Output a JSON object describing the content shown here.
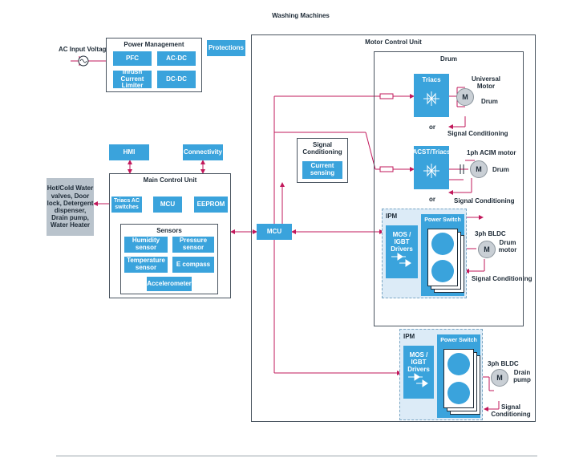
{
  "title": "Washing Machines",
  "ac_input": "AC  Input Voltage",
  "power_mgmt": {
    "title": "Power Management",
    "pfc": "PFC",
    "acdc": "AC-DC",
    "inrush": "Inrush Current Limiter",
    "dcdc": "DC-DC"
  },
  "protections": "Protections",
  "hmi": "HMI",
  "connectivity": "Connectivity",
  "loads": "Hot/Cold Water valves, Door lock, Detergent dispenser, Drain pump, Water Heater",
  "main_control": {
    "title": "Main Control Unit",
    "triacs": "Triacs AC switches",
    "mcu": "MCU",
    "eeprom": "EEPROM"
  },
  "sensors": {
    "title": "Sensors",
    "humidity": "Humidity sensor",
    "pressure": "Pressure sensor",
    "temperature": "Temperature sensor",
    "ecompass": "E compass",
    "accelerometer": "Accelerometer"
  },
  "motor_control": {
    "title": "Motor Control Unit",
    "mcu": "MCU",
    "signal_cond": "Signal Conditioning",
    "current_sensing": "Current sensing",
    "drum": "Drum",
    "triacs": "Triacs",
    "acst": "ACST/Triacs",
    "or": "or",
    "universal_motor": "Universal Motor",
    "drum_label": "Drum",
    "sig_cond_label": "Signal Conditioning",
    "acim_motor": "1ph ACIM motor",
    "ipm": "IPM",
    "power_switch": "Power Switch",
    "drivers": "MOS / IGBT Drivers",
    "bldc": "3ph BLDC",
    "drum_motor": "Drum motor",
    "drain_pump": "Drain pump",
    "m": "M"
  },
  "colors": {
    "wire": "#c2185b",
    "box_blue": "#3aa3dc",
    "ipm_bg": "#dcebf7",
    "gray": "#b9c3cc"
  }
}
